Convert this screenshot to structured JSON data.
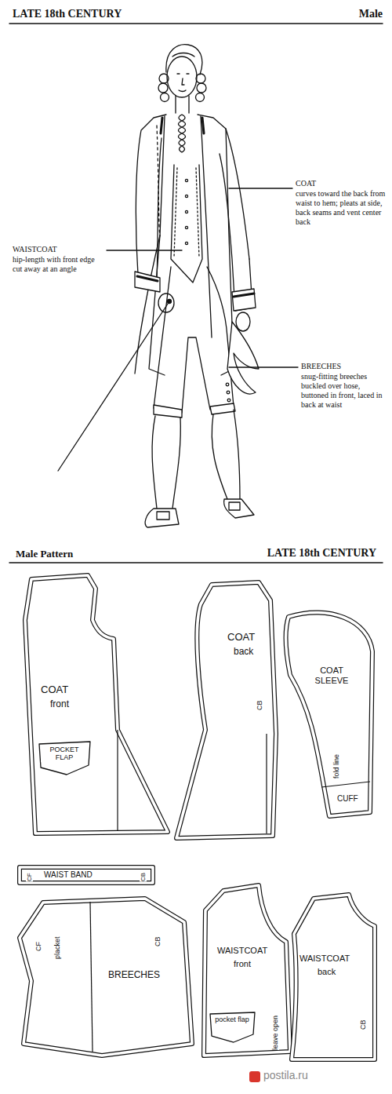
{
  "diagram": {
    "nodes": [
      {
        "text": [
          "COAT",
          "front"
        ]
      },
      {
        "text": [
          "POCKET FLAP"
        ],
        "in": 0
      },
      {
        "text": [
          "COAT",
          "back",
          "CB"
        ]
      },
      {
        "text": [
          "COAT SLEEVE",
          "fold line",
          "CUFF"
        ]
      },
      {
        "text": [
          "WAIST BAND",
          "CF",
          "CB"
        ]
      },
      {
        "text": [
          "BREECHES",
          "CF",
          "placket",
          "CB"
        ]
      },
      {
        "text": [
          "WAISTCOAT",
          "front",
          "leave open"
        ]
      },
      {
        "text": [
          "pocket flap"
        ],
        "in": 6
      },
      {
        "text": [
          "WAISTCOAT",
          "back",
          "CB"
        ]
      }
    ],
    "labels": [
      "LATE 18th CENTURY",
      "Male",
      "COAT",
      "curves toward the back from waist to hem; pleats at side, back seams and vent center back",
      "WAISTCOAT",
      "hip-length with front edge cut away at an angle",
      "BREECHES",
      "snug-fitting breeches buckled over hose, buttoned in front, laced in back at waist",
      "Male Pattern",
      "LATE 18th CENTURY",
      "postila.ru"
    ]
  }
}
